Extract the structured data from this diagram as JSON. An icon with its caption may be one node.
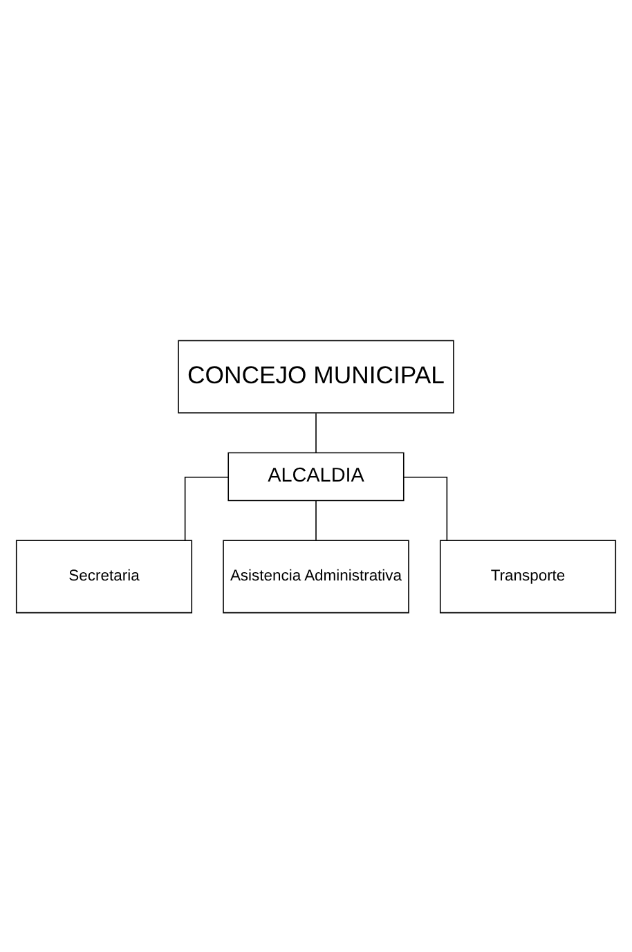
{
  "diagram": {
    "nodes": [
      {
        "text": [
          "CONCEJO MUNICIPAL"
        ]
      },
      {
        "text": [
          "ALCALDIA"
        ]
      },
      {
        "text": [
          "Secretaria"
        ]
      },
      {
        "text": [
          "Asistencia Administrativa"
        ]
      },
      {
        "text": [
          "Transporte"
        ]
      }
    ],
    "edges": [
      {
        "from": 0,
        "to": 1,
        "arrow": "none"
      },
      {
        "from": 1,
        "to": 2,
        "arrow": "none"
      },
      {
        "from": 1,
        "to": 3,
        "arrow": "none"
      },
      {
        "from": 1,
        "to": 4,
        "arrow": "none"
      }
    ]
  }
}
